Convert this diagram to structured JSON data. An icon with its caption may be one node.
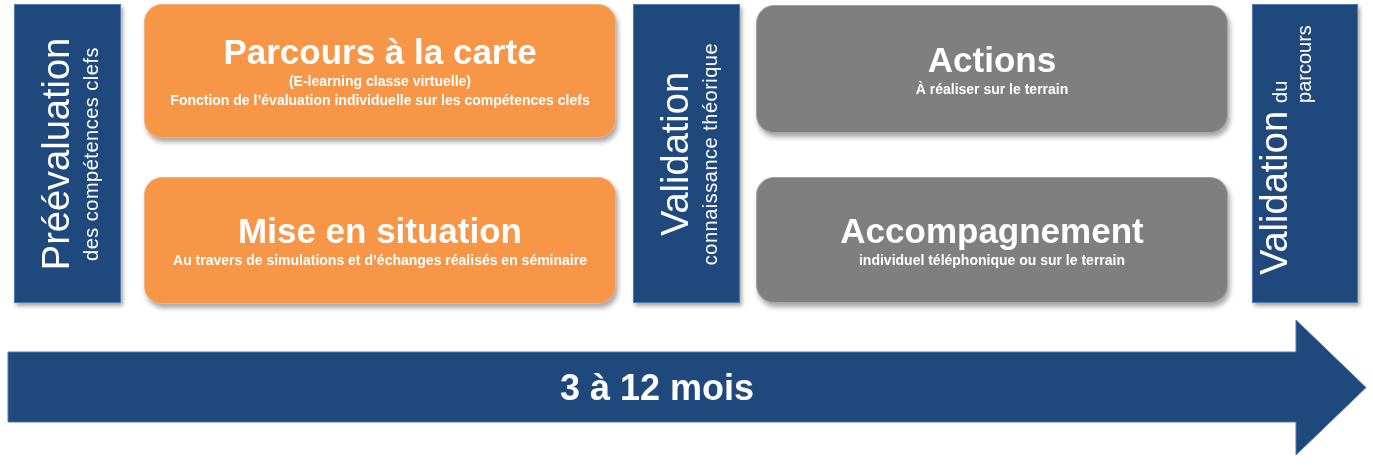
{
  "diagram": {
    "nodes": [
      {
        "text": [
          "Préévaluation",
          "des compétences clefs"
        ]
      },
      {
        "text": [
          "Parcours à la carte",
          "(E-learning classe virtuelle)",
          "Fonction de l’évaluation individuelle sur les compétences clefs"
        ]
      },
      {
        "text": [
          "Mise en situation",
          "Au travers de simulations et d’échanges réalisés en séminaire"
        ]
      },
      {
        "text": [
          "Validation",
          "connaissance théorique"
        ]
      },
      {
        "text": [
          "Actions",
          "À réaliser sur le terrain"
        ]
      },
      {
        "text": [
          "Accompagnement",
          "individuel téléphonique ou sur le terrain"
        ]
      },
      {
        "text": [
          "Validation",
          "du parcours"
        ]
      },
      {
        "text": [
          "3 à 12 mois"
        ]
      }
    ],
    "edges": []
  }
}
